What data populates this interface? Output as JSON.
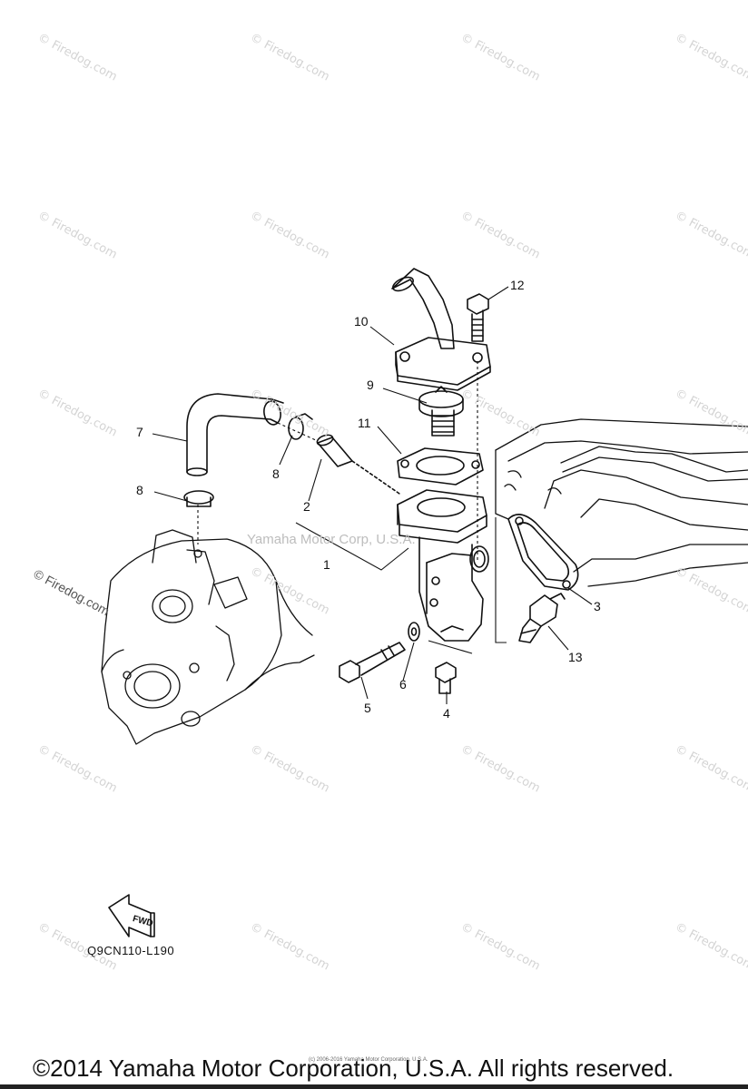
{
  "watermark": "© Firedog.com",
  "center_watermark": "Yamaha Motor Corp, U.S.A.",
  "part_numbers": [
    "1",
    "2",
    "3",
    "4",
    "5",
    "6",
    "7",
    "8",
    "8",
    "9",
    "10",
    "11",
    "12",
    "13"
  ],
  "diagram_code": "Q9CN110-L190",
  "fwd_label": "FWD",
  "small_copyright": "(c) 2006-2016 Yamaha Motor Corporation, U.S.A.",
  "copyright": "©2014 Yamaha Motor Corporation, U.S.A. All rights reserved."
}
